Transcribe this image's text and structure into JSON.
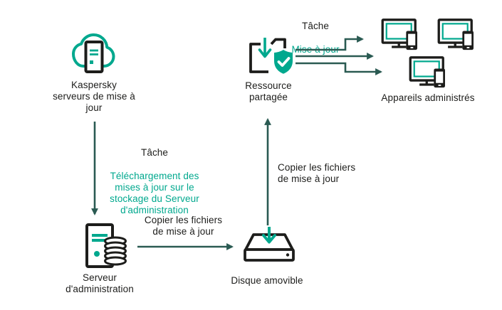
{
  "diagram": {
    "colors": {
      "accent_teal": "#00a88e",
      "arrow_dark_teal": "#2a5a52",
      "icon_black": "#1d1d1b",
      "background": "#ffffff"
    },
    "nodes": {
      "kaspersky_servers": {
        "icon": "cloud-update-servers-icon",
        "label": "Kaspersky\nserveurs de mise à\njour"
      },
      "admin_server": {
        "icon": "admin-server-database-icon",
        "label": "Serveur\nd'administration"
      },
      "removable_disk": {
        "icon": "removable-disk-icon",
        "label": "Disque amovible"
      },
      "shared_resource": {
        "icon": "shared-resource-shield-icon",
        "label": "Ressource\npartagée"
      },
      "managed_devices": {
        "icon": "computer-with-mobile-icon",
        "device_count": 3,
        "label": "Appareils administrés"
      }
    },
    "edges": {
      "download_task": {
        "from": "kaspersky_servers",
        "to": "admin_server",
        "task_title": "Tâche",
        "task_name": "Téléchargement des\nmises à jour sur le\nstockage du Serveur\nd'administration"
      },
      "copy_to_disk": {
        "from": "admin_server",
        "to": "removable_disk",
        "label": "Copier les fichiers\nde mise à jour"
      },
      "copy_to_share": {
        "from": "removable_disk",
        "to": "shared_resource",
        "label": "Copier les fichiers\nde mise à jour"
      },
      "update_task": {
        "from": "shared_resource",
        "to": "managed_devices",
        "task_title": "Tâche",
        "task_name": "Mise à jour"
      }
    }
  }
}
